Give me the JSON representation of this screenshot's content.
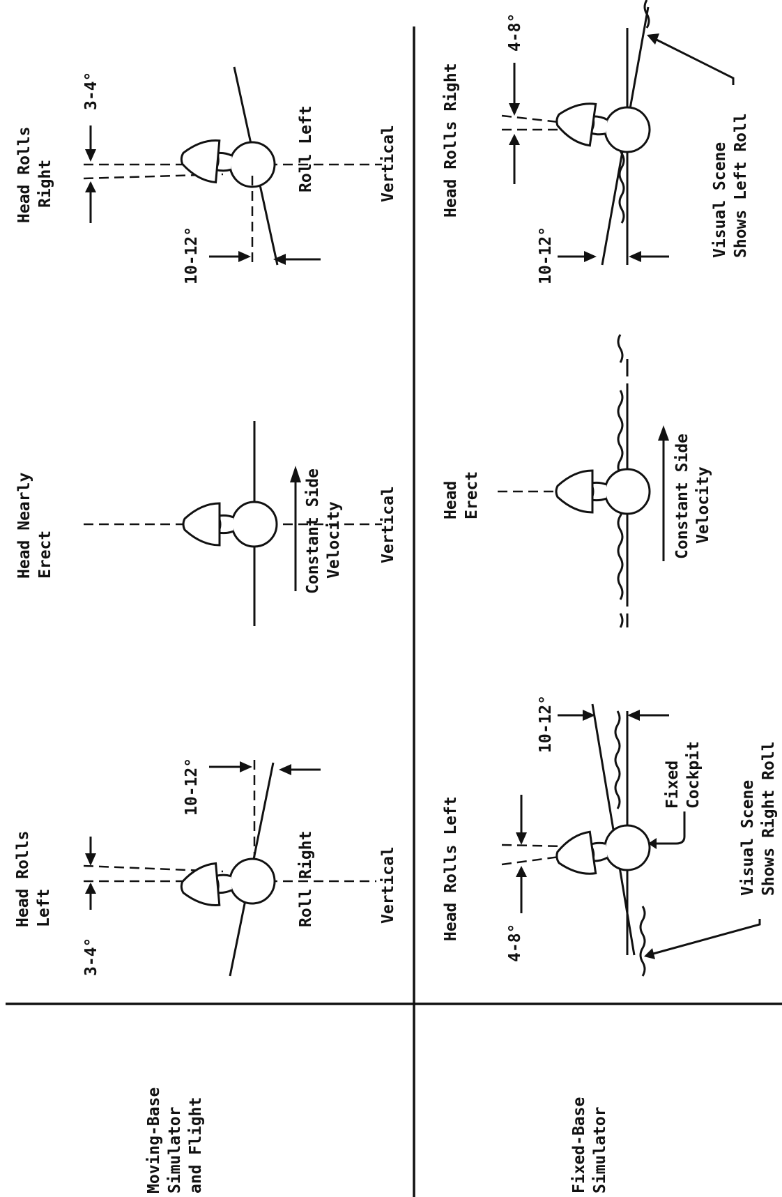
{
  "rows": [
    {
      "label": "Moving-Base Simulator and Flight",
      "label_lines": [
        "Moving-Base",
        "Simulator",
        "and Flight"
      ]
    },
    {
      "label": "Fixed-Base Simulator",
      "label_lines": [
        "Fixed-Base",
        "Simulator"
      ]
    }
  ],
  "moving_base": {
    "left": {
      "head_label_lines": [
        "Head Rolls",
        "Left"
      ],
      "head_angle": "3-4°",
      "roll_angle": "10-12°",
      "roll_label": "Roll Right",
      "vertical": "Vertical"
    },
    "center": {
      "head_label_lines": [
        "Head Nearly",
        "Erect"
      ],
      "velocity_lines": [
        "Constant Side",
        "Velocity"
      ],
      "vertical": "Vertical"
    },
    "right": {
      "head_label_lines": [
        "Head Rolls",
        "Right"
      ],
      "head_angle": "3-4°",
      "roll_angle": "10-12°",
      "roll_label": "Roll Left",
      "vertical": "Vertical"
    }
  },
  "fixed_base": {
    "left": {
      "head_label": "Head Rolls Left",
      "head_angle": "4-8°",
      "roll_angle": "10-12°",
      "cockpit_lines": [
        "Fixed",
        "Cockpit"
      ],
      "scene_lines": [
        "Visual Scene",
        "Shows Right Roll"
      ]
    },
    "center": {
      "head_label_lines": [
        "Head",
        "Erect"
      ],
      "velocity_lines": [
        "Constant Side",
        "Velocity"
      ]
    },
    "right": {
      "head_label": "Head Rolls Right",
      "head_angle": "4-8°",
      "roll_angle": "10-12°",
      "scene_lines": [
        "Visual Scene",
        "Shows Left Roll"
      ]
    }
  }
}
